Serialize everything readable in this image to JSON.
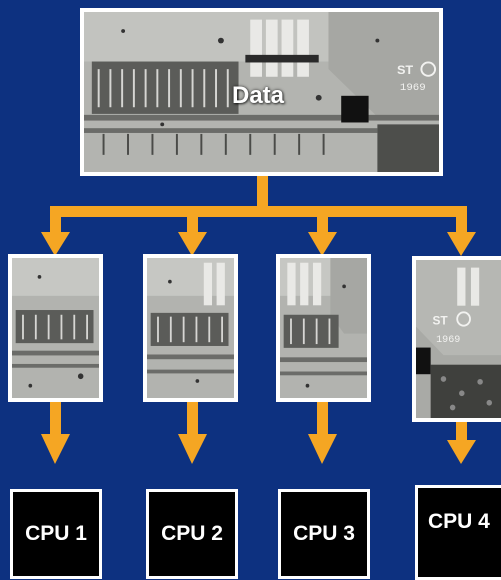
{
  "diagram": {
    "source_label": "Data",
    "processors": [
      {
        "label": "CPU 1"
      },
      {
        "label": "CPU 2"
      },
      {
        "label": "CPU 3"
      },
      {
        "label": "CPU 4"
      }
    ],
    "colors": {
      "background": "#0d3180",
      "arrow": "#f5a623",
      "cpu_box": "#000000",
      "border": "#ffffff"
    },
    "die_markings": "ST 1969"
  }
}
